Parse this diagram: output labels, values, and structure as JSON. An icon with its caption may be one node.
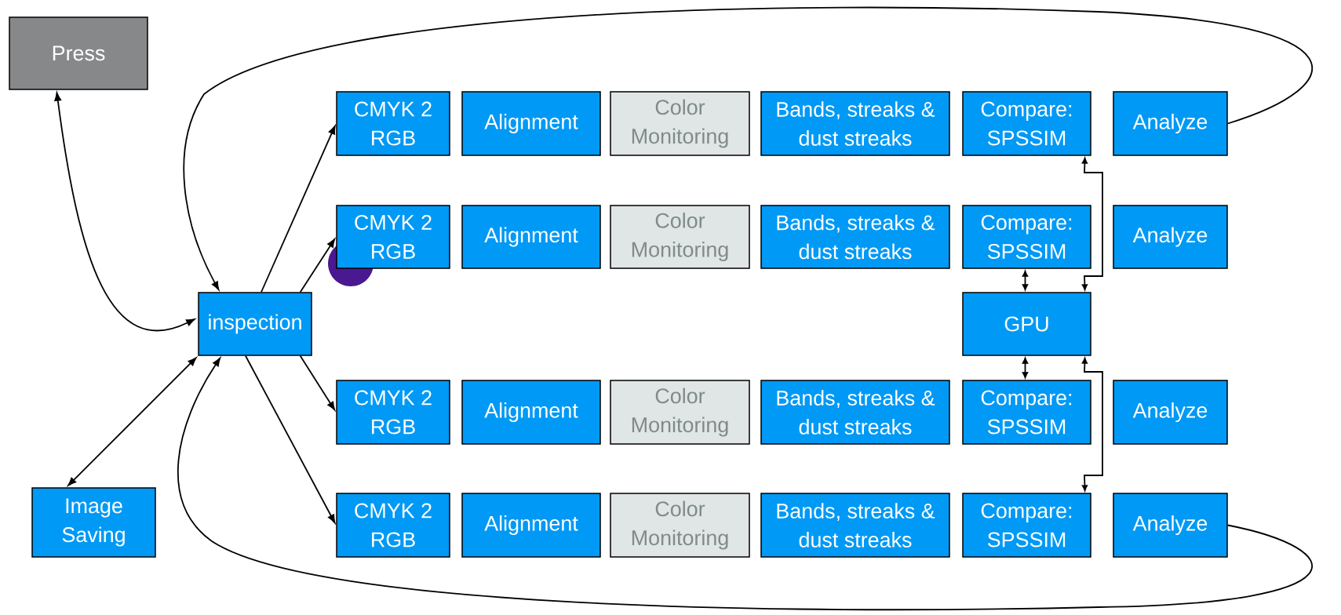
{
  "diagram": {
    "nodes": [
      {
        "text": [
          "Press"
        ]
      },
      {
        "text": [
          "inspection"
        ]
      },
      {
        "text": [
          "Image Saving"
        ]
      },
      {
        "text": [
          "CMYK 2 RGB"
        ]
      },
      {
        "text": [
          "Alignment"
        ]
      },
      {
        "text": [
          "Color Monitoring"
        ]
      },
      {
        "text": [
          "Bands, streaks & dust streaks"
        ]
      },
      {
        "text": [
          "Compare: SPSSIM"
        ]
      },
      {
        "text": [
          "Analyze"
        ]
      },
      {
        "text": [
          "CMYK 2 RGB"
        ]
      },
      {
        "text": [
          "Alignment"
        ]
      },
      {
        "text": [
          "Color Monitoring"
        ]
      },
      {
        "text": [
          "Bands, streaks & dust streaks"
        ]
      },
      {
        "text": [
          "Compare: SPSSIM"
        ]
      },
      {
        "text": [
          "Analyze"
        ]
      },
      {
        "text": [
          "GPU"
        ]
      },
      {
        "text": [
          "CMYK 2 RGB"
        ]
      },
      {
        "text": [
          "Alignment"
        ]
      },
      {
        "text": [
          "Color Monitoring"
        ]
      },
      {
        "text": [
          "Bands, streaks & dust streaks"
        ]
      },
      {
        "text": [
          "Compare: SPSSIM"
        ]
      },
      {
        "text": [
          "Analyze"
        ]
      },
      {
        "text": [
          "CMYK 2 RGB"
        ]
      },
      {
        "text": [
          "Alignment"
        ]
      },
      {
        "text": [
          "Color Monitoring"
        ]
      },
      {
        "text": [
          "Bands, streaks & dust streaks"
        ]
      },
      {
        "text": [
          "Compare: SPSSIM"
        ]
      },
      {
        "text": [
          "Analyze"
        ]
      }
    ],
    "edges": [
      {
        "from": 0,
        "to": 1,
        "arrow": "both"
      },
      {
        "from": 2,
        "to": 1,
        "arrow": "both"
      },
      {
        "from": 1,
        "to": 3,
        "arrow": "to"
      },
      {
        "from": 1,
        "to": 9,
        "arrow": "to"
      },
      {
        "from": 1,
        "to": 16,
        "arrow": "to"
      },
      {
        "from": 1,
        "to": 22,
        "arrow": "to"
      },
      {
        "from": 8,
        "to": 1,
        "arrow": "to"
      },
      {
        "from": 27,
        "to": 1,
        "arrow": "to"
      },
      {
        "from": 15,
        "to": 7,
        "arrow": "both"
      },
      {
        "from": 15,
        "to": 13,
        "arrow": "both"
      },
      {
        "from": 15,
        "to": 20,
        "arrow": "both"
      },
      {
        "from": 15,
        "to": 26,
        "arrow": "both"
      }
    ]
  }
}
